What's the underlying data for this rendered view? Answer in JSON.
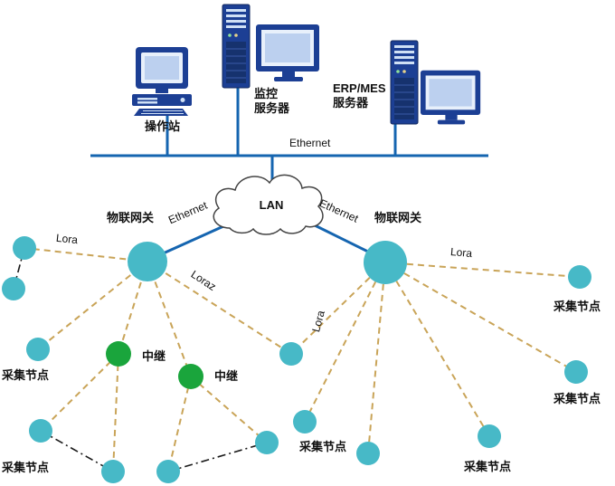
{
  "stations": {
    "workstation_label": "操作站",
    "monitoring_server_label": "监控\n服务器",
    "erp_server_label": "ERP/MES\n服务器"
  },
  "network": {
    "ethernet_bus_label": "Ethernet",
    "lan_cloud_label": "LAN",
    "gateway_left_label": "物联网关",
    "gateway_right_label": "物联网关",
    "ethernet_link_left_label": "Ethernet",
    "ethernet_link_right_label": "Ethernet"
  },
  "lora_links": {
    "left_label": "Lora",
    "left_long_label": "Loraz",
    "center_label": "Lora",
    "right_label": "Lora"
  },
  "relay_nodes": {
    "relay1_label": "中继",
    "relay2_label": "中继"
  },
  "collection_node_labels": {
    "left_mid": "采集节点",
    "left_bottom": "采集节点",
    "center_bottom": "采集节点",
    "right_top": "采集节点",
    "right_mid": "采集节点",
    "right_bottom": "采集节点"
  },
  "colors": {
    "ethernet_blue": "#1565b0",
    "lora_dash_tan": "#c9a458",
    "node_teal": "#47b9c7",
    "relay_green": "#1aa53c",
    "computer_navy": "#1c3f94",
    "dashdot_black": "#1a1a1a"
  }
}
